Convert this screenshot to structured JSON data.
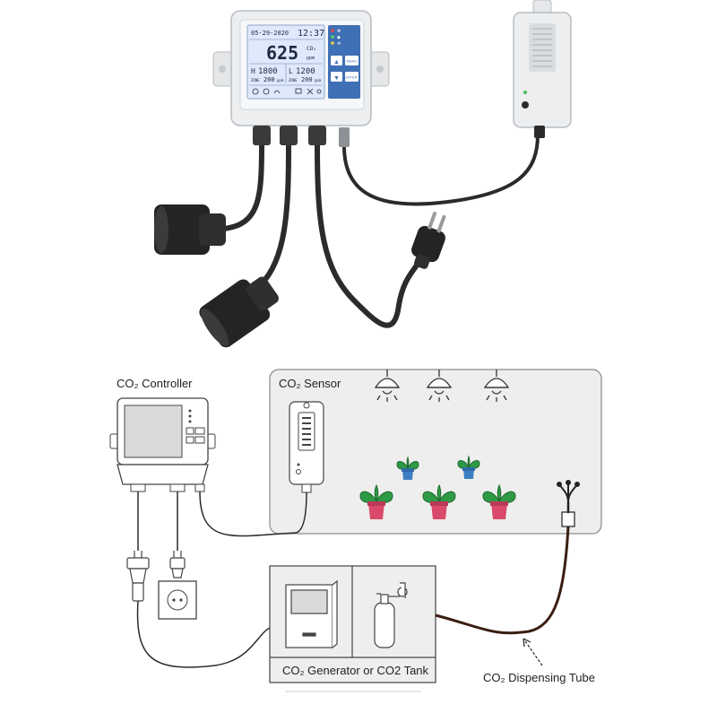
{
  "device": {
    "date": "05-29-2020",
    "time": "12:37",
    "co2_value": "625",
    "co2_unit": "CO₂",
    "ppm": "ppm",
    "high_label": "H",
    "high_value": "1800",
    "low_label": "L",
    "low_value": "1200",
    "zone_left": "ZONE",
    "zone_left_value": "200",
    "zone_left_unit": "ppm",
    "zone_right": "ZONE",
    "zone_right_value": "200",
    "zone_right_unit": "ppm",
    "btn_menu": "MENU",
    "btn_enter": "ENTER",
    "btn_up": "▲",
    "btn_down": "▼"
  },
  "diagram": {
    "controller_label": "CO₂ Controller",
    "sensor_label": "CO₂ Sensor",
    "generator_label": "CO₂ Generator or CO2 Tank",
    "tube_label": "CO₂ Dispensing Tube"
  },
  "colors": {
    "cable": "#2b2b2b",
    "tube": "#3a1d12",
    "panel_fill": "#eeeeee",
    "lcd_blue": "#3f6fb4",
    "plant_green": "#2e9a45",
    "pot_red": "#d94a6a",
    "pot_blue": "#3d7fc4"
  }
}
